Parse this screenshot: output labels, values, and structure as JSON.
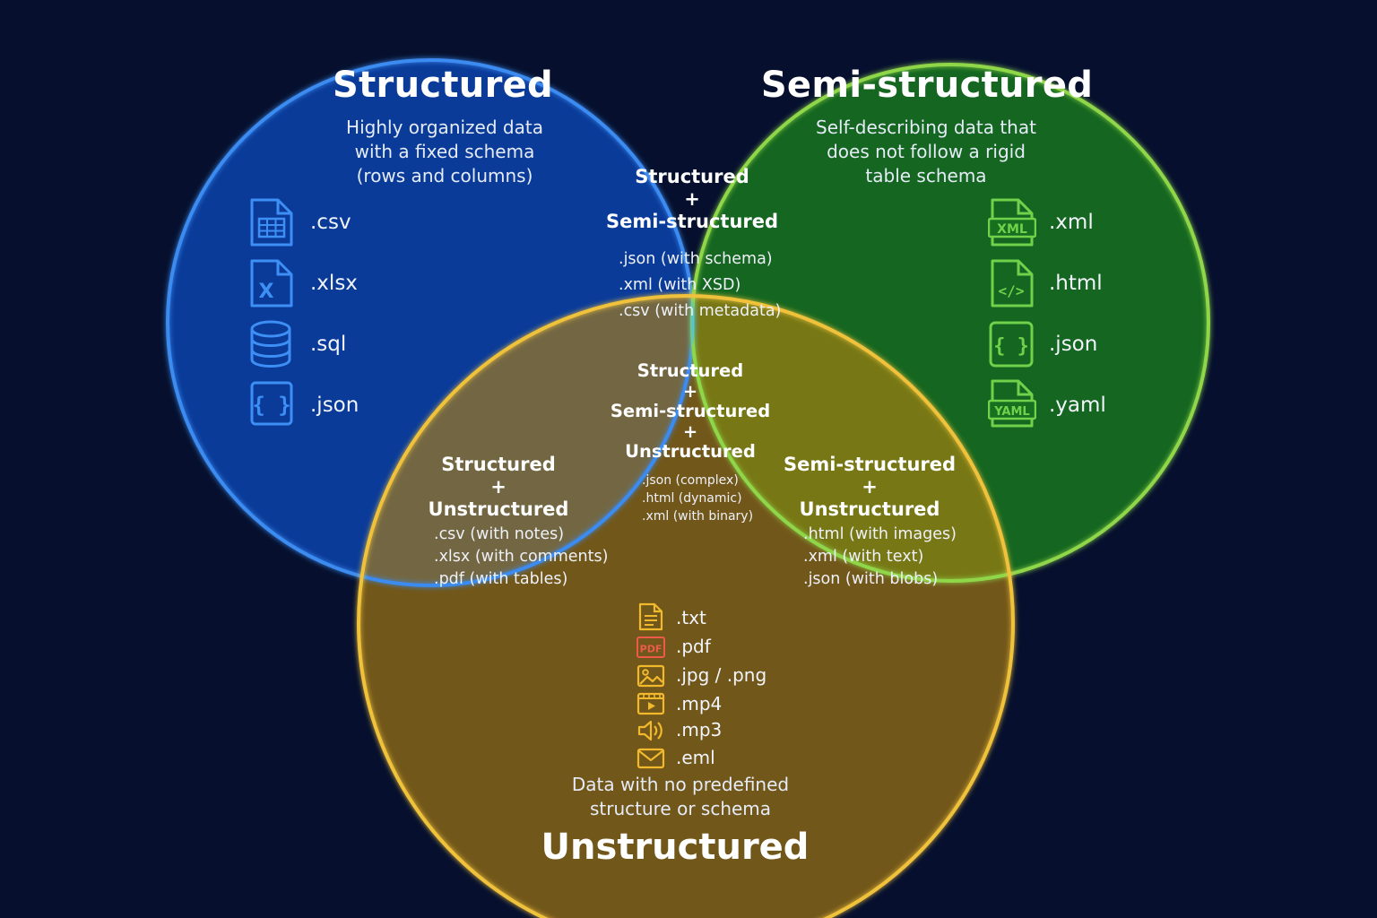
{
  "structured": {
    "title": "Structured",
    "description": [
      "Highly organized data",
      "with a fixed schema",
      "(rows and columns)"
    ],
    "files": [
      {
        "icon": "spreadsheet-file-icon",
        "label": ".csv"
      },
      {
        "icon": "excel-file-icon",
        "label": ".xlsx"
      },
      {
        "icon": "database-icon",
        "label": ".sql"
      },
      {
        "icon": "json-braces-icon",
        "label": ".json"
      }
    ]
  },
  "semi_structured": {
    "title": "Semi-structured",
    "description": [
      "Self-describing data that",
      "does not follow a rigid",
      "table schema"
    ],
    "files": [
      {
        "icon": "xml-file-icon",
        "label": ".xml"
      },
      {
        "icon": "html-code-file-icon",
        "label": ".html"
      },
      {
        "icon": "json-braces-icon",
        "label": ".json"
      },
      {
        "icon": "yaml-file-icon",
        "label": ".yaml"
      }
    ]
  },
  "unstructured": {
    "title": "Unstructured",
    "description": [
      "Data with no predefined",
      "structure or schema"
    ],
    "files": [
      {
        "icon": "text-document-icon",
        "label": ".txt"
      },
      {
        "icon": "pdf-file-icon",
        "label": ".pdf"
      },
      {
        "icon": "image-icon",
        "label": ".jpg / .png"
      },
      {
        "icon": "video-icon",
        "label": ".mp4"
      },
      {
        "icon": "audio-speaker-icon",
        "label": ".mp3"
      },
      {
        "icon": "email-envelope-icon",
        "label": ".eml"
      }
    ]
  },
  "overlaps": {
    "structured_semi": {
      "heading": [
        "Structured",
        "+",
        "Semi-structured"
      ],
      "items": [
        ".json (with schema)",
        ".xml (with XSD)",
        ".csv (with metadata)"
      ]
    },
    "structured_unstructured": {
      "heading": [
        "Structured",
        "+",
        "Unstructured"
      ],
      "items": [
        ".csv (with notes)",
        ".xlsx (with comments)",
        ".pdf (with tables)"
      ]
    },
    "semi_unstructured": {
      "heading": [
        "Semi-structured",
        "+",
        "Unstructured"
      ],
      "items": [
        ".html (with images)",
        ".xml (with text)",
        ".json (with blobs)"
      ]
    },
    "all_three": {
      "heading": [
        "Structured",
        "+",
        "Semi-structured",
        "+",
        "Unstructured"
      ],
      "items": [
        ".json (complex)",
        ".html (dynamic)",
        ".xml (with binary)"
      ]
    }
  },
  "colors": {
    "background": "#06102e",
    "structured_fill": "#0b3fa3",
    "structured_stroke": "#3a8bf0",
    "semi_fill": "#16701f",
    "semi_stroke": "#8fd64a",
    "unstructured_fill": "#b5820e",
    "unstructured_stroke": "#f0c23a",
    "structured_icon": "#3d8ff5",
    "semi_icon": "#6fd24a",
    "unstructured_icon": "#f1b92b",
    "pdf_icon": "#ec5a4a"
  }
}
